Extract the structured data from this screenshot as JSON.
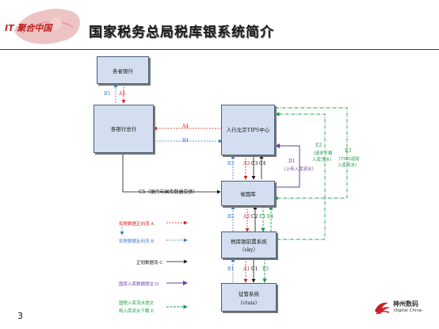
{
  "header": {
    "logo_text": "IT 聚合中国",
    "title": "国家税务总局税库银系统简介"
  },
  "boxes": {
    "provincial_banks": "各省银行",
    "bank_hq": "各银行总行",
    "tips_center": "人行北京TIPS中心",
    "provincial_treasury": "省国库",
    "front_system": "税库银前置系统",
    "front_system_sub": "（sky）",
    "collection_system": "征管系统",
    "collection_system_sub": "（ctais）"
  },
  "edges": {
    "B5": "B5",
    "A5": "A5",
    "A4": "A4",
    "B4": "B4",
    "B3": "B3",
    "A3": "A3",
    "C3": "C3",
    "C4": "C4",
    "B2": "B2",
    "A2": "A2",
    "C2": "C2",
    "E1": "E1",
    "E4": "E4",
    "B1": "B1",
    "A1": "A1",
    "C1": "C1",
    "E5": "E5",
    "C5": "C5（银行与国库数据交换）",
    "D1": "D1",
    "D1_desc": "（上传入库流水）",
    "E2": "E2",
    "E2_desc1": "（请求下载",
    "E2_desc2": "入库流水）",
    "E3": "E3",
    "E3_desc1": "（TIPS返给",
    "E3_desc2": "入库流水）"
  },
  "legend": {
    "a": "扣税数据正向流 A",
    "b": "扣税数据反向流 B",
    "c": "正划数据流 C",
    "d": "国库入库数据提交 D",
    "e1": "国税入库流水提交",
    "e2": "和入库流水下载 E"
  },
  "colors": {
    "red": "#d42020",
    "blue": "#3a78c8",
    "black": "#111111",
    "purple": "#6a3fa0",
    "green": "#1f9a4a",
    "box_fill": "#d3dff0"
  },
  "footer": {
    "page_number": "3",
    "brand_cn": "神州数码",
    "brand_en": "Digital China"
  }
}
